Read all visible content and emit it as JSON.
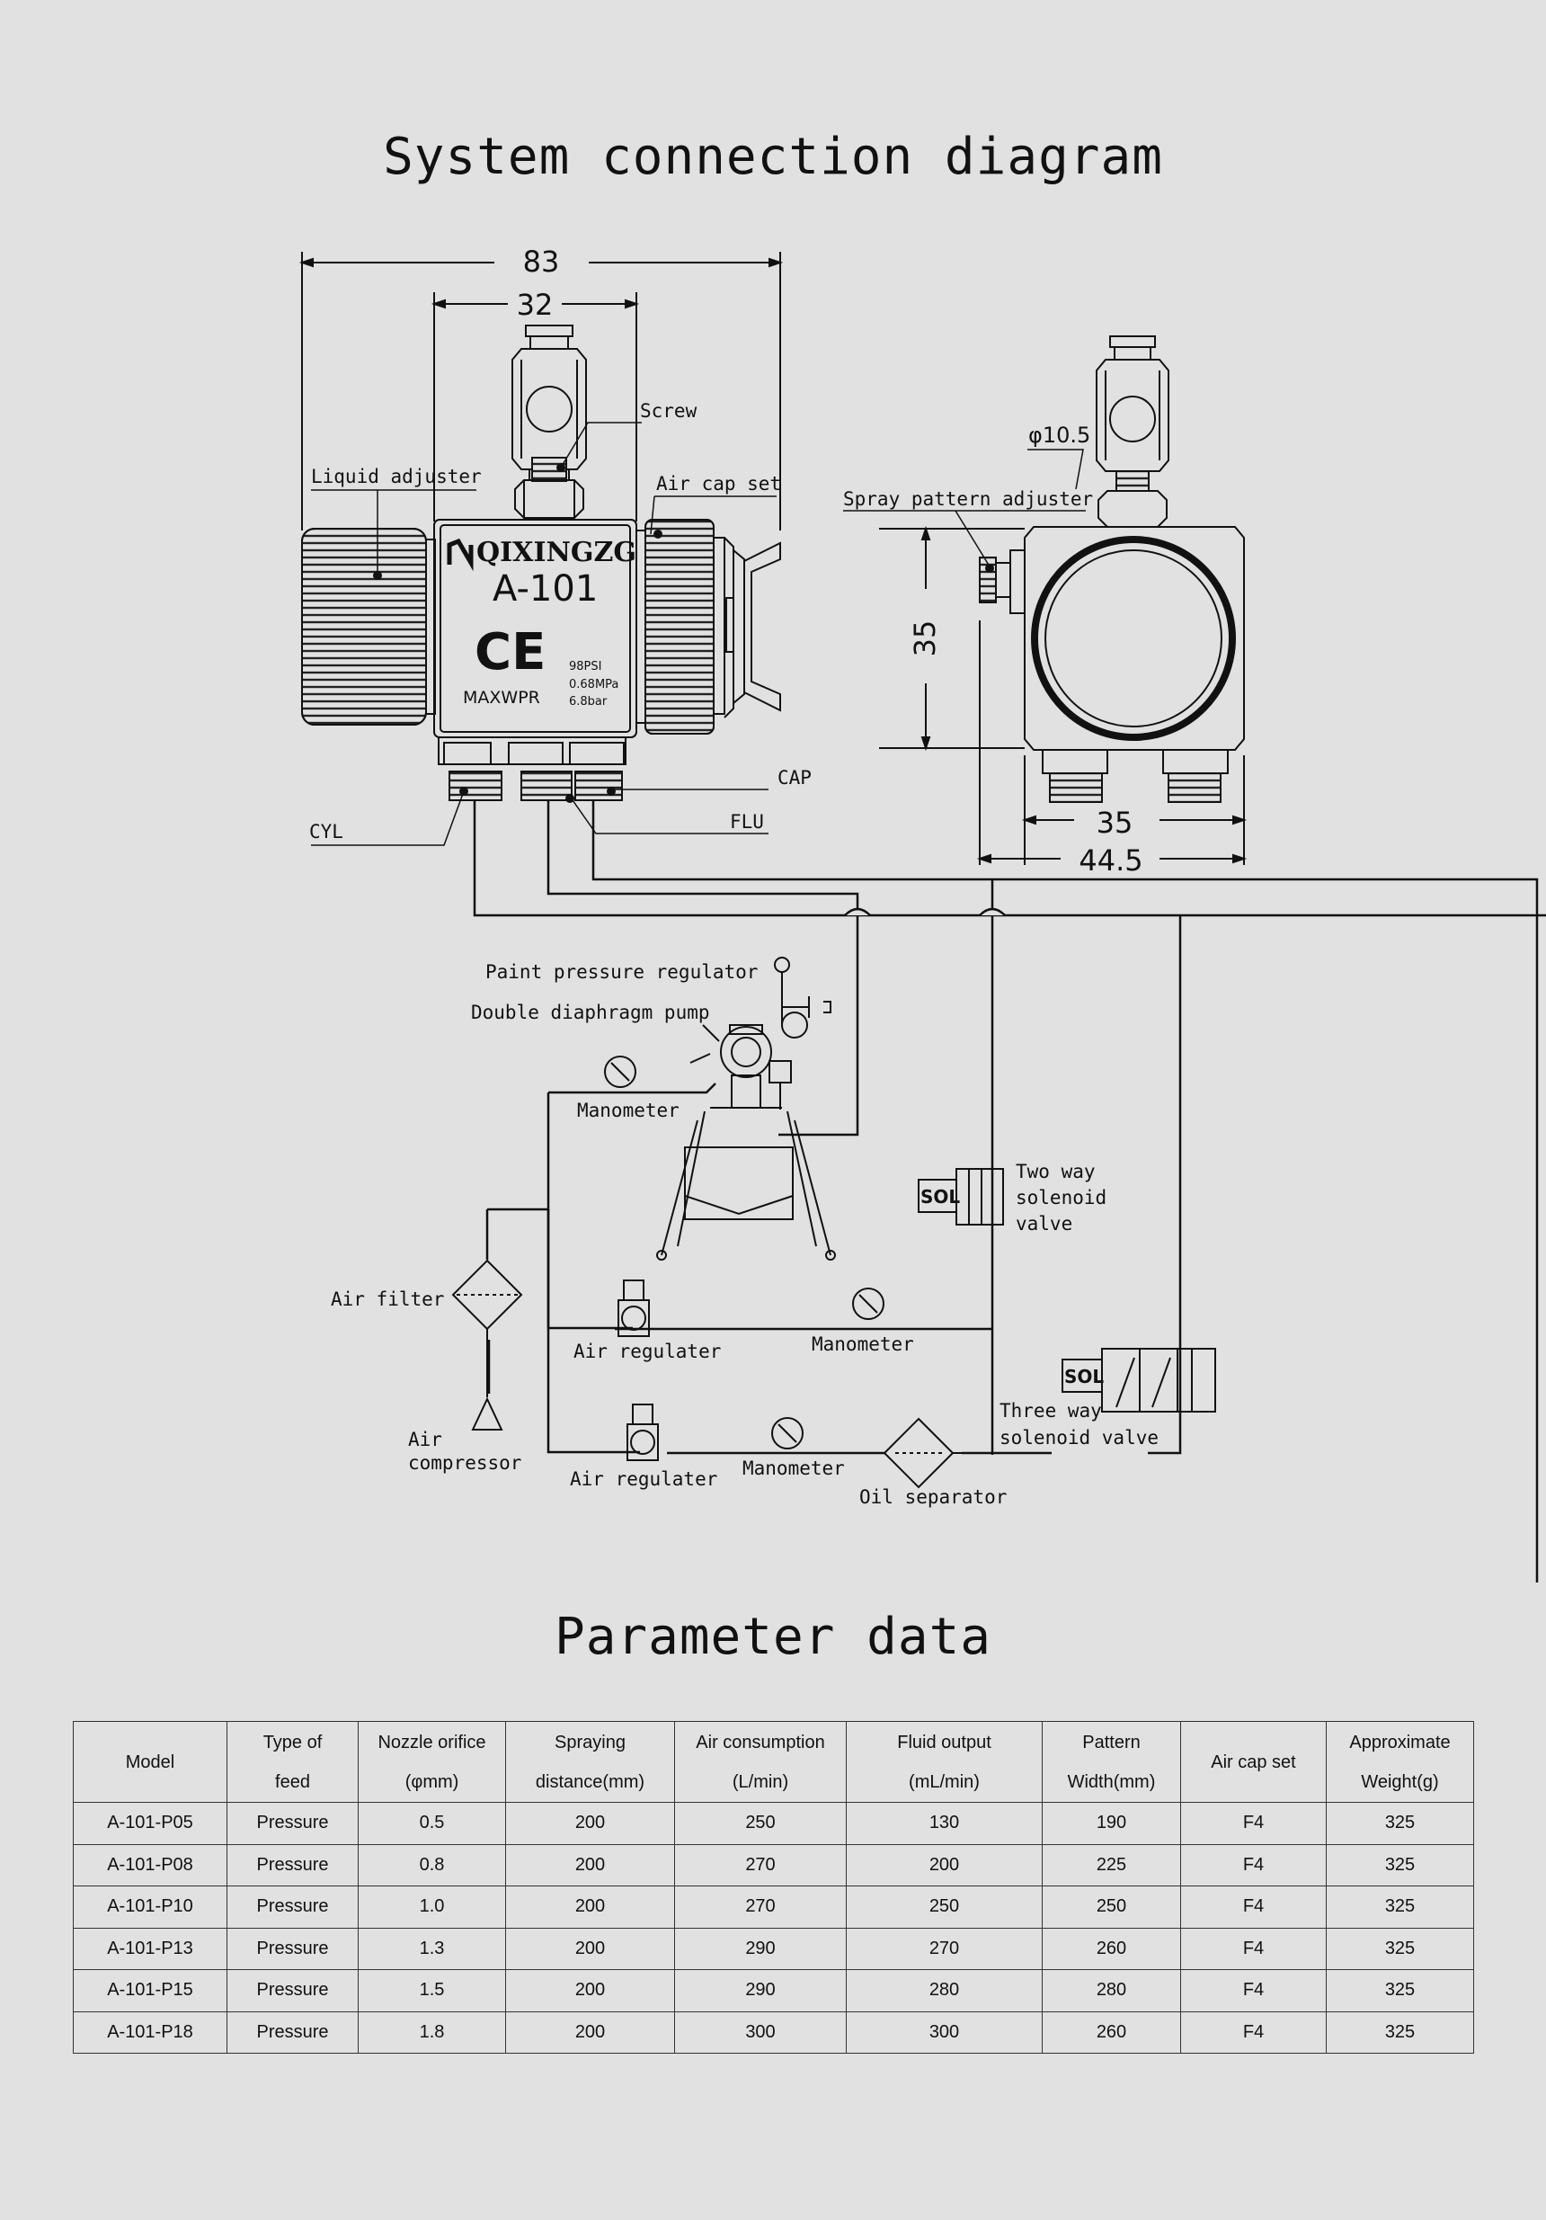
{
  "titles": {
    "diagram": "System connection diagram",
    "parameters": "Parameter data"
  },
  "device": {
    "brand": "QIXINGZG",
    "model": "A-101",
    "ce_mark": "CE",
    "max_wpr": "MAXWPR",
    "pressure_psi": "98PSI",
    "pressure_mpa": "0.68MPa",
    "pressure_bar": "6.8bar"
  },
  "dimensions": {
    "overall_width": "83",
    "body_width": "32",
    "screw_diameter": "φ10.5",
    "body_height": "35",
    "base_width": "35",
    "total_side_width": "44.5"
  },
  "labels": {
    "screw": "Screw",
    "liquid_adjuster": "Liquid adjuster",
    "air_cap_set": "Air cap set",
    "spray_pattern_adjuster": "Spray pattern adjuster",
    "cap": "CAP",
    "cyl": "CYL",
    "flu": "FLU",
    "paint_pressure_regulator": "Paint pressure regulator",
    "double_diaphragm_pump": "Double diaphragm pump",
    "manometer_1": "Manometer",
    "manometer_2": "Manometer",
    "manometer_3": "Manometer",
    "two_way_1": "Two way",
    "two_way_2": "solenoid",
    "two_way_3": "valve",
    "air_filter": "Air filter",
    "air_regulator_1": "Air regulater",
    "air_regulator_2": "Air regulater",
    "three_way_1": "Three way",
    "three_way_2": "solenoid valve",
    "air_compressor_1": "Air",
    "air_compressor_2": "compressor",
    "oil_separator": "Oil separator",
    "sol": "SOL"
  },
  "table": {
    "headers": [
      [
        "Model",
        ""
      ],
      [
        "Type of",
        "feed"
      ],
      [
        "Nozzle orifice",
        "(φmm)"
      ],
      [
        "Spraying",
        "distance(mm)"
      ],
      [
        "Air consumption",
        "(L/min)"
      ],
      [
        "Fluid output",
        "(mL/min)"
      ],
      [
        "Pattern",
        "Width(mm)"
      ],
      [
        "Air cap set",
        ""
      ],
      [
        "Approximate",
        "Weight(g)"
      ]
    ],
    "rows": [
      [
        "A-101-P05",
        "Pressure",
        "0.5",
        "200",
        "250",
        "130",
        "190",
        "F4",
        "325"
      ],
      [
        "A-101-P08",
        "Pressure",
        "0.8",
        "200",
        "270",
        "200",
        "225",
        "F4",
        "325"
      ],
      [
        "A-101-P10",
        "Pressure",
        "1.0",
        "200",
        "270",
        "250",
        "250",
        "F4",
        "325"
      ],
      [
        "A-101-P13",
        "Pressure",
        "1.3",
        "200",
        "290",
        "270",
        "260",
        "F4",
        "325"
      ],
      [
        "A-101-P15",
        "Pressure",
        "1.5",
        "200",
        "290",
        "280",
        "280",
        "F4",
        "325"
      ],
      [
        "A-101-P18",
        "Pressure",
        "1.8",
        "200",
        "300",
        "300",
        "260",
        "F4",
        "325"
      ]
    ]
  }
}
